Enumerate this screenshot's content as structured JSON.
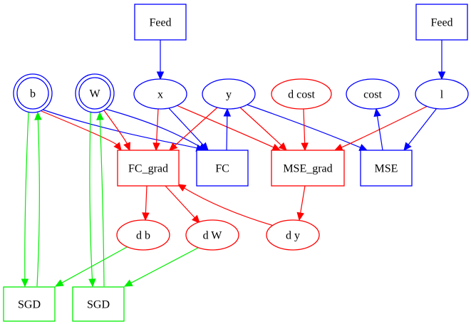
{
  "colors": {
    "blue": "#0000ff",
    "red": "#ff0000",
    "green": "#00ee00",
    "text": "#000000"
  },
  "nodes": [
    {
      "id": "feed1",
      "label": "Feed",
      "shape": "box",
      "color": "blue"
    },
    {
      "id": "feed2",
      "label": "Feed",
      "shape": "box",
      "color": "blue"
    },
    {
      "id": "b",
      "label": "b",
      "shape": "doublecircle",
      "color": "blue"
    },
    {
      "id": "W",
      "label": "W",
      "shape": "doublecircle",
      "color": "blue"
    },
    {
      "id": "x",
      "label": "x",
      "shape": "ellipse",
      "color": "blue"
    },
    {
      "id": "y",
      "label": "y",
      "shape": "ellipse",
      "color": "blue"
    },
    {
      "id": "dcost",
      "label": "d cost",
      "shape": "ellipse",
      "color": "red"
    },
    {
      "id": "cost",
      "label": "cost",
      "shape": "ellipse",
      "color": "blue"
    },
    {
      "id": "l",
      "label": "l",
      "shape": "ellipse",
      "color": "blue"
    },
    {
      "id": "fcgrad",
      "label": "FC_grad",
      "shape": "box",
      "color": "red"
    },
    {
      "id": "fc",
      "label": "FC",
      "shape": "box",
      "color": "blue"
    },
    {
      "id": "msegrad",
      "label": "MSE_grad",
      "shape": "box",
      "color": "red"
    },
    {
      "id": "mse",
      "label": "MSE",
      "shape": "box",
      "color": "blue"
    },
    {
      "id": "db",
      "label": "d b",
      "shape": "ellipse",
      "color": "red"
    },
    {
      "id": "dW",
      "label": "d W",
      "shape": "ellipse",
      "color": "red"
    },
    {
      "id": "dy",
      "label": "d y",
      "shape": "ellipse",
      "color": "red"
    },
    {
      "id": "sgd1",
      "label": "SGD",
      "shape": "box",
      "color": "green"
    },
    {
      "id": "sgd2",
      "label": "SGD",
      "shape": "box",
      "color": "green"
    }
  ],
  "edges": [
    {
      "from": "feed1",
      "to": "x",
      "color": "blue"
    },
    {
      "from": "feed2",
      "to": "l",
      "color": "blue"
    },
    {
      "from": "b",
      "to": "fcgrad",
      "color": "red"
    },
    {
      "from": "b",
      "to": "fc",
      "color": "blue"
    },
    {
      "from": "W",
      "to": "fcgrad",
      "color": "red"
    },
    {
      "from": "W",
      "to": "fc",
      "color": "blue"
    },
    {
      "from": "x",
      "to": "fcgrad",
      "color": "red"
    },
    {
      "from": "x",
      "to": "fc",
      "color": "blue"
    },
    {
      "from": "x",
      "to": "msegrad",
      "color": "red"
    },
    {
      "from": "y",
      "to": "fcgrad",
      "color": "red"
    },
    {
      "from": "fc",
      "to": "y",
      "color": "blue"
    },
    {
      "from": "y",
      "to": "msegrad",
      "color": "red"
    },
    {
      "from": "y",
      "to": "mse",
      "color": "blue"
    },
    {
      "from": "dcost",
      "to": "msegrad",
      "color": "red"
    },
    {
      "from": "l",
      "to": "msegrad",
      "color": "red"
    },
    {
      "from": "mse",
      "to": "cost",
      "color": "blue"
    },
    {
      "from": "l",
      "to": "mse",
      "color": "blue"
    },
    {
      "from": "fcgrad",
      "to": "db",
      "color": "red"
    },
    {
      "from": "fcgrad",
      "to": "dW",
      "color": "red"
    },
    {
      "from": "msegrad",
      "to": "dy",
      "color": "red"
    },
    {
      "from": "dy",
      "to": "fcgrad",
      "color": "red"
    },
    {
      "from": "b",
      "to": "sgd1",
      "color": "green"
    },
    {
      "from": "sgd1",
      "to": "b",
      "color": "green"
    },
    {
      "from": "db",
      "to": "sgd1",
      "color": "green"
    },
    {
      "from": "W",
      "to": "sgd2",
      "color": "green"
    },
    {
      "from": "sgd2",
      "to": "W",
      "color": "green"
    },
    {
      "from": "dW",
      "to": "sgd2",
      "color": "green"
    }
  ]
}
